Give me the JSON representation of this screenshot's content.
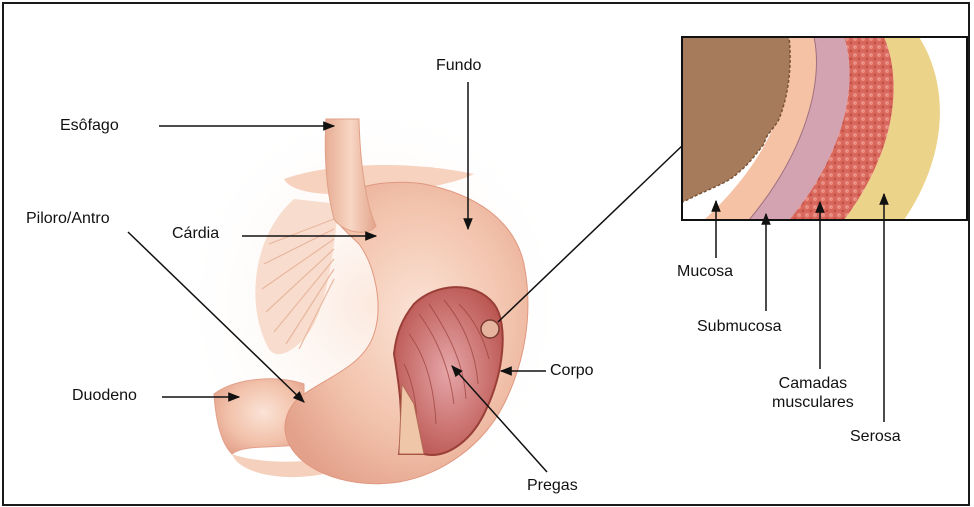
{
  "labels": {
    "esofago": "Esôfago",
    "fundo": "Fundo",
    "piloro": "Piloro/Antro",
    "cardia": "Cárdia",
    "duodeno": "Duodeno",
    "corpo": "Corpo",
    "pregas": "Pregas",
    "mucosa": "Mucosa",
    "submucosa": "Submucosa",
    "camadas_line1": "Camadas",
    "camadas_line2": "musculares",
    "serosa": "Serosa"
  },
  "colors": {
    "stomach": "#f3c3ad",
    "stomach_shadow": "#e8a58c",
    "muscle": "#d9645b",
    "mucosa": "#a87a5c",
    "submucosa": "#d3a3b2",
    "serosa": "#ecd38a",
    "pale": "#f6cfbb"
  }
}
